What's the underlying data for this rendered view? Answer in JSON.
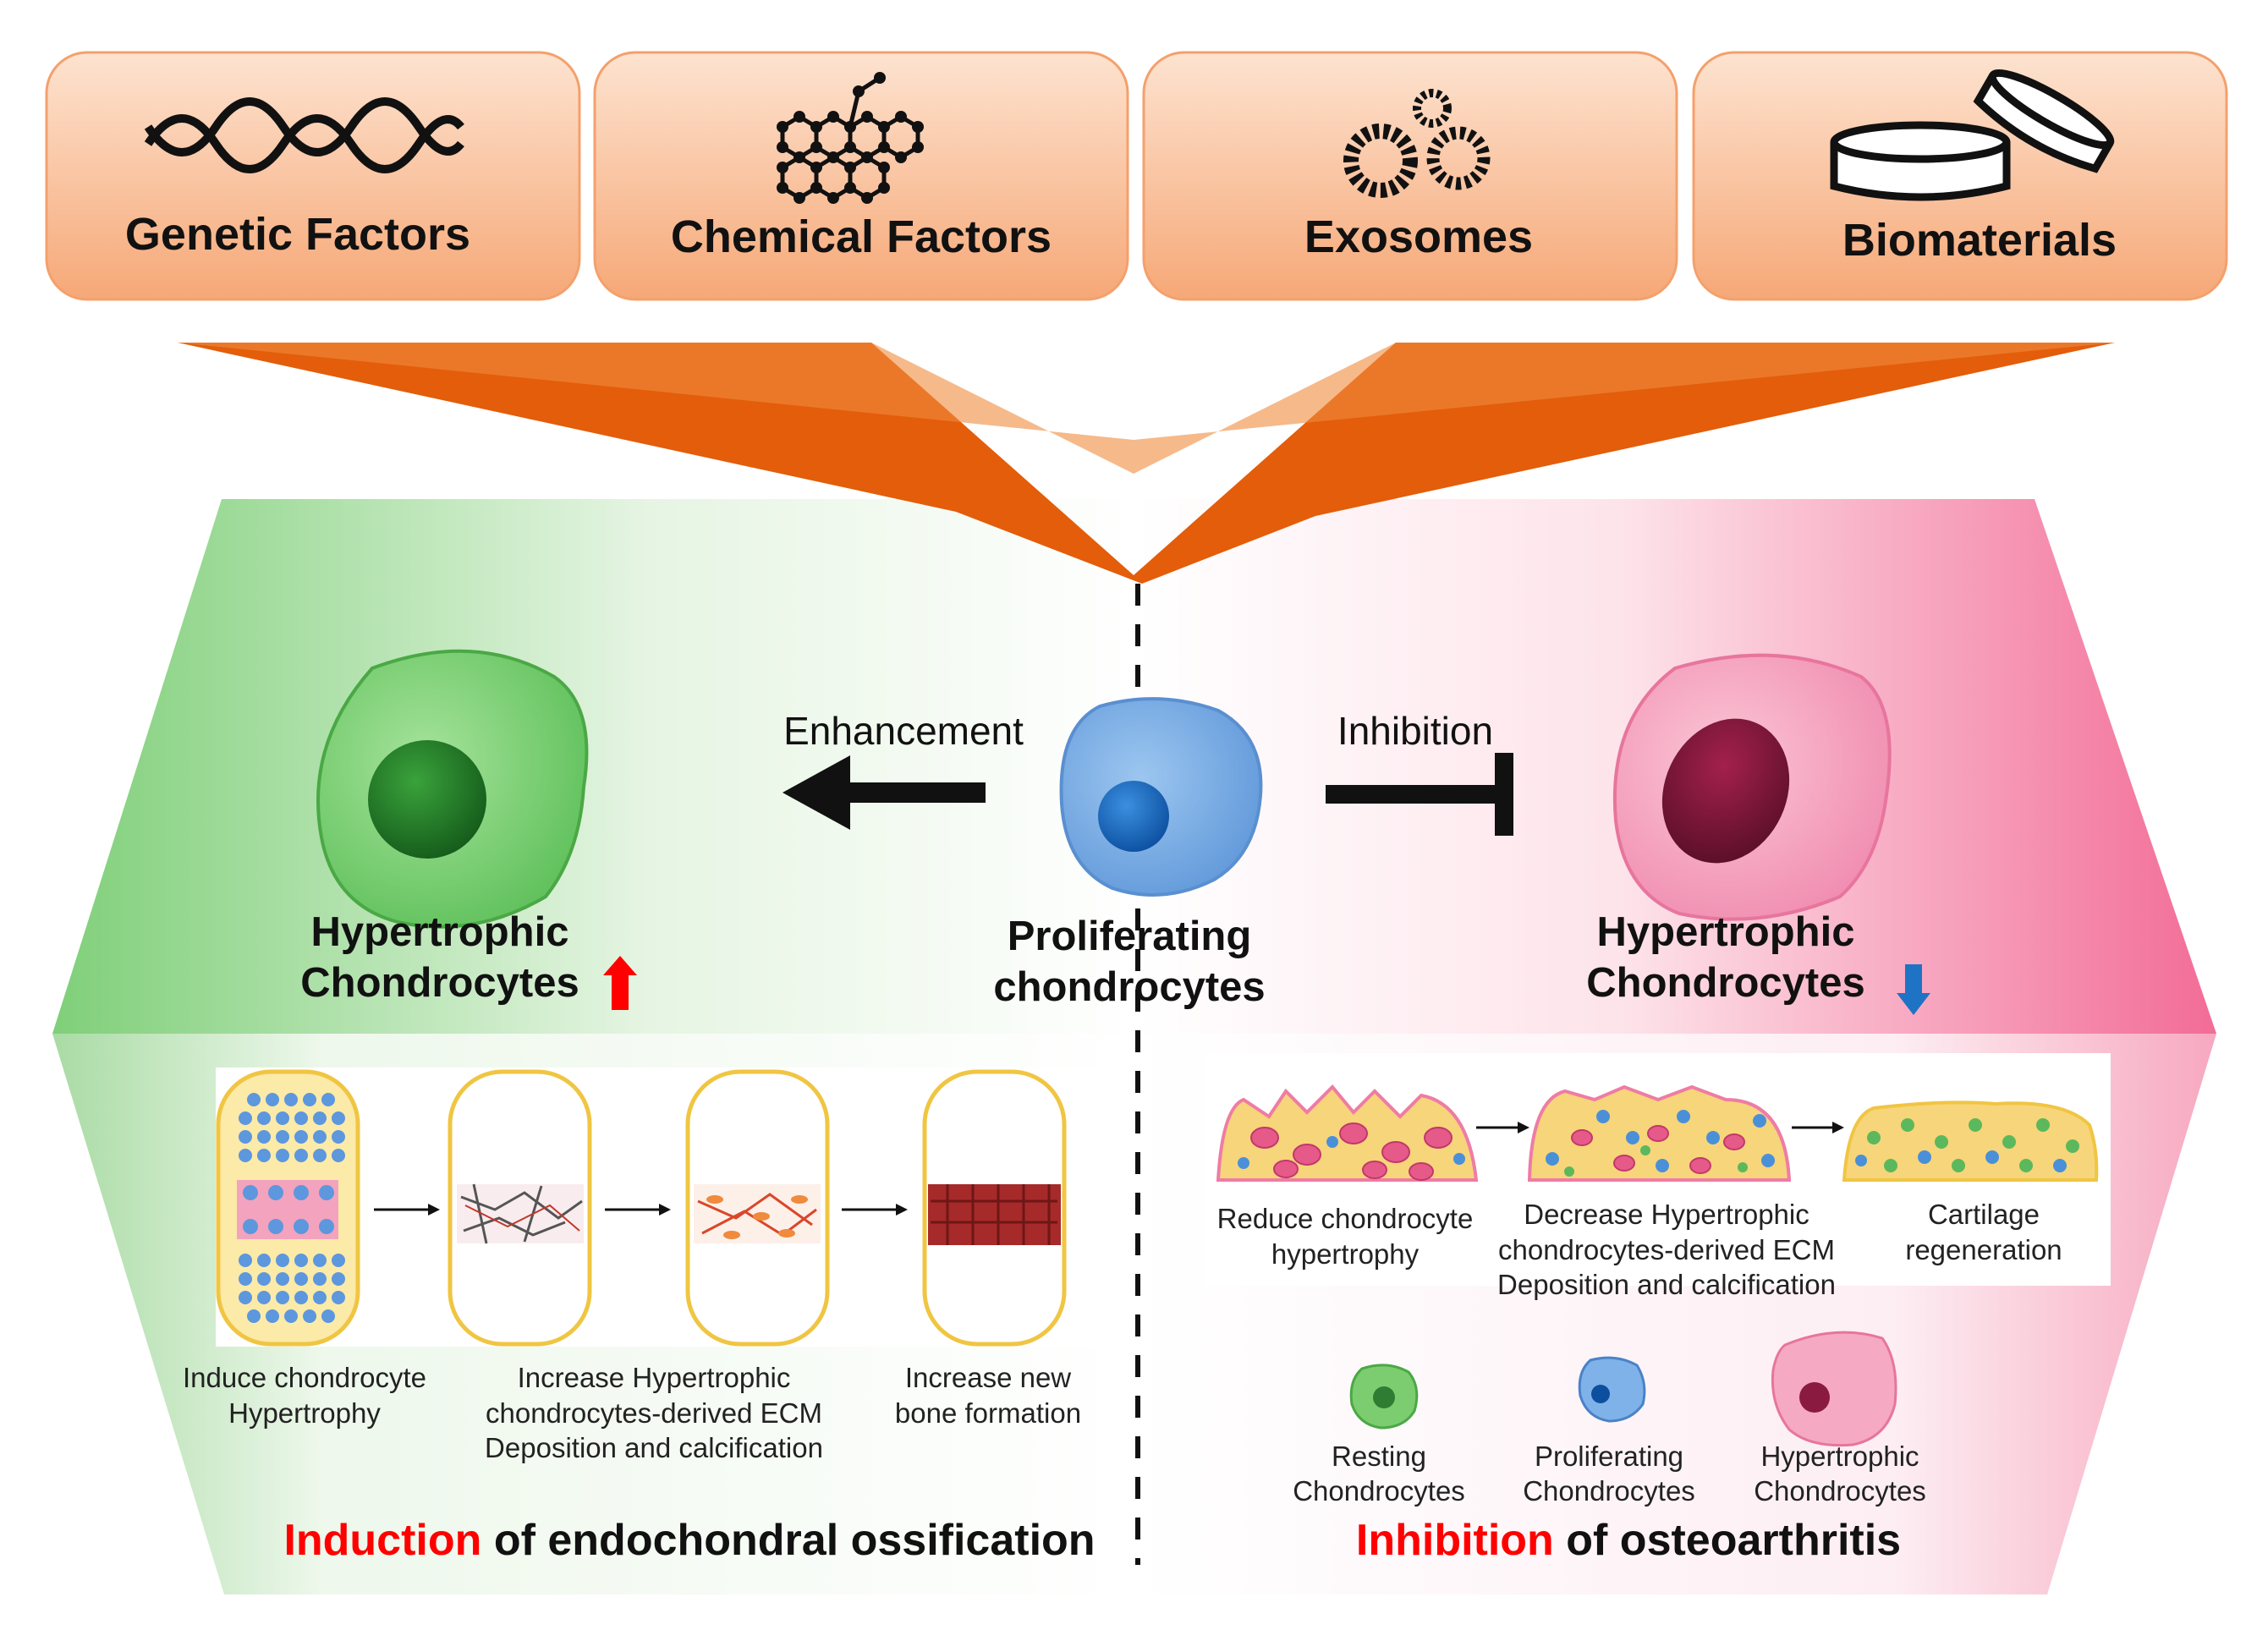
{
  "factors": [
    {
      "label": "Genetic Factors",
      "icon": "dna-helix-icon"
    },
    {
      "label": "Chemical Factors",
      "icon": "molecule-icon"
    },
    {
      "label": "Exosomes",
      "icon": "exosome-icon"
    },
    {
      "label": "Biomaterials",
      "icon": "petri-dish-icon"
    }
  ],
  "center": {
    "line1": "Proliferating",
    "line2": "chondrocytes"
  },
  "enhancement_label": "Enhancement",
  "inhibition_label": "Inhibition",
  "left_cell": {
    "line1": "Hypertrophic",
    "line2": "Chondrocytes"
  },
  "right_cell": {
    "line1": "Hypertrophic",
    "line2": "Chondrocytes"
  },
  "left_steps": [
    {
      "line1": "Induce chondrocyte",
      "line2": "Hypertrophy",
      "line3": ""
    },
    {
      "line1": "Increase Hypertrophic",
      "line2": "chondrocytes-derived ECM",
      "line3": "Deposition and calcification"
    },
    {
      "line1": "Increase new",
      "line2": "bone formation",
      "line3": ""
    }
  ],
  "right_steps": [
    {
      "line1": "Reduce chondrocyte",
      "line2": "hypertrophy",
      "line3": ""
    },
    {
      "line1": "Decrease Hypertrophic",
      "line2": "chondrocytes-derived ECM",
      "line3": "Deposition and calcification"
    },
    {
      "line1": "Cartilage",
      "line2": "regeneration",
      "line3": ""
    }
  ],
  "legend": [
    {
      "line1": "Resting",
      "line2": "Chondrocytes",
      "color": "#5cb85c"
    },
    {
      "line1": "Proliferating",
      "line2": "Chondrocytes",
      "color": "#4a90d9"
    },
    {
      "line1": "Hypertrophic",
      "line2": "Chondrocytes",
      "color": "#f08cb0"
    }
  ],
  "left_footer": {
    "accent": "Induction",
    "rest": " of endochondral ossification"
  },
  "right_footer": {
    "accent": "Inhibition",
    "rest": " of osteoarthritis"
  },
  "colors": {
    "factor_box": "#f9b98f",
    "funnel": "#e8600a",
    "left_panel": "#7ccd78",
    "right_panel": "#f27aa0",
    "up_arrow": "#ff0000",
    "down_arrow": "#1f73c4",
    "accent_text": "#ff0000"
  }
}
